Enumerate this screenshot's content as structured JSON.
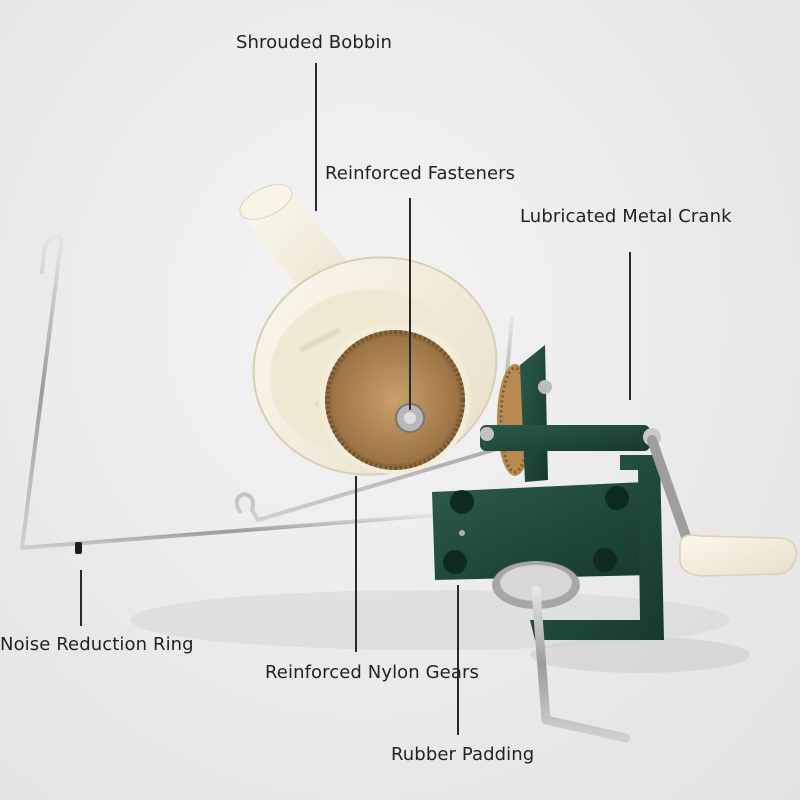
{
  "callouts": {
    "shrouded_bobbin": "Shrouded Bobbin",
    "reinforced_fasteners": "Reinforced Fasteners",
    "lubricated_metal_crank": "Lubricated Metal Crank",
    "noise_reduction_ring": "Noise Reduction Ring",
    "reinforced_nylon_gears": "Reinforced Nylon Gears",
    "rubber_padding": "Rubber Padding"
  },
  "colors": {
    "background": "#ecebec",
    "bobbin_cream": "#f3eedc",
    "gear_tan": "#c9a36b",
    "frame_green": "#1f4a3c",
    "steel": "#b9b9b9",
    "handle_cream": "#efe9d6"
  }
}
